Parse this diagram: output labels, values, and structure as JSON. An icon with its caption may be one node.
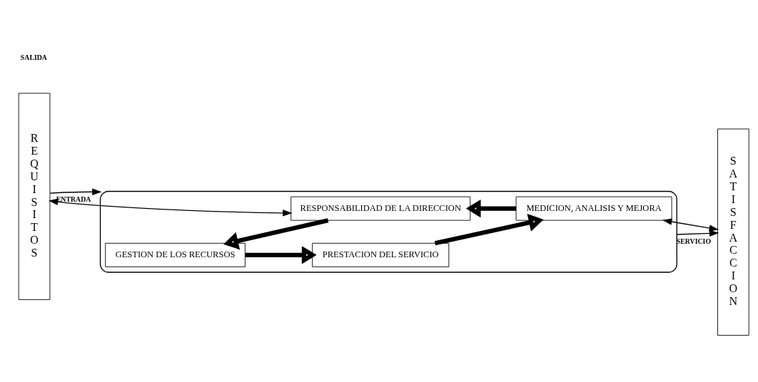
{
  "diagram": {
    "nodes": [
      {
        "text": [
          "R E Q U I S I T O S"
        ]
      },
      {
        "text": [],
        "shape": "ellipse"
      },
      {
        "text": [
          "RESPONSABILIDAD DE LA DIRECCION"
        ],
        "in": 1
      },
      {
        "text": [
          "GESTION DE LOS RECURSOS"
        ],
        "in": 1
      },
      {
        "text": [
          "MEDICION, ANALISIS Y MEJORA"
        ],
        "in": 1
      },
      {
        "text": [
          "PRESTACION DEL SERVICIO"
        ],
        "in": 1
      },
      {
        "text": [
          "S A T I S F A C C I O N"
        ]
      }
    ],
    "edges": [
      {
        "from": 0,
        "to": 2,
        "arrow": "both"
      },
      {
        "from": 2,
        "to": 3,
        "arrow": "to",
        "style": "thick"
      },
      {
        "from": 3,
        "to": 5,
        "arrow": "to",
        "style": "thick"
      },
      {
        "from": 5,
        "to": 4,
        "arrow": "to",
        "style": "thick"
      },
      {
        "from": 4,
        "to": 2,
        "arrow": "to",
        "style": "thick"
      },
      {
        "from": 4,
        "to": 6,
        "arrow": "both"
      },
      {
        "from": 0,
        "to": 1,
        "label": "ENTRADA",
        "arrow": "to"
      },
      {
        "from": 1,
        "to": 6,
        "label": "SERVICIO",
        "arrow": "to"
      }
    ],
    "labels": [
      "SALIDA"
    ]
  }
}
